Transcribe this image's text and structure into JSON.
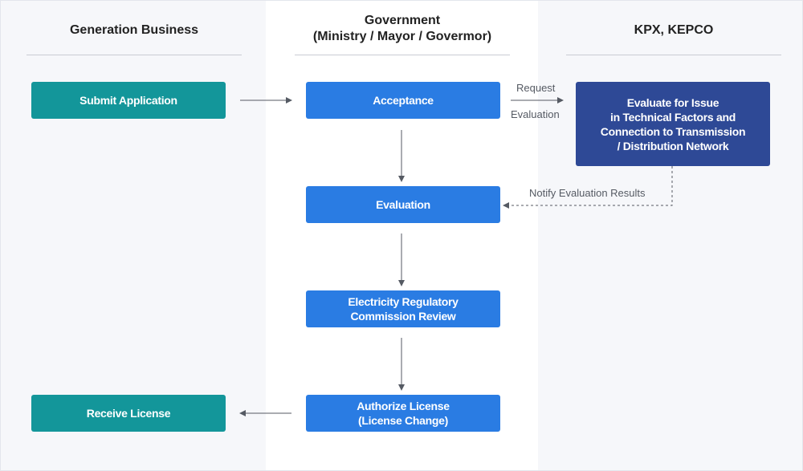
{
  "columns": {
    "generation": "Generation Business",
    "government": "Government\n(Ministry / Mayor / Govermor)",
    "kpx": "KPX, KEPCO"
  },
  "boxes": {
    "submit_application": "Submit Application",
    "acceptance": "Acceptance",
    "evaluate_issue": "Evaluate for Issue\nin Technical Factors and\nConnection to Transmission\n/ Distribution Network",
    "evaluation": "Evaluation",
    "commission_review": "Electricity Regulatory\nCommission Review",
    "authorize_license": "Authorize License\n(License Change)",
    "receive_license": "Receive License"
  },
  "labels": {
    "request": "Request",
    "evaluation": "Evaluation",
    "notify": "Notify Evaluation Results"
  },
  "colors": {
    "teal": "#13969a",
    "blue": "#2a7ce3",
    "navy": "#2e4996",
    "column_bg": "#f6f7fa"
  }
}
